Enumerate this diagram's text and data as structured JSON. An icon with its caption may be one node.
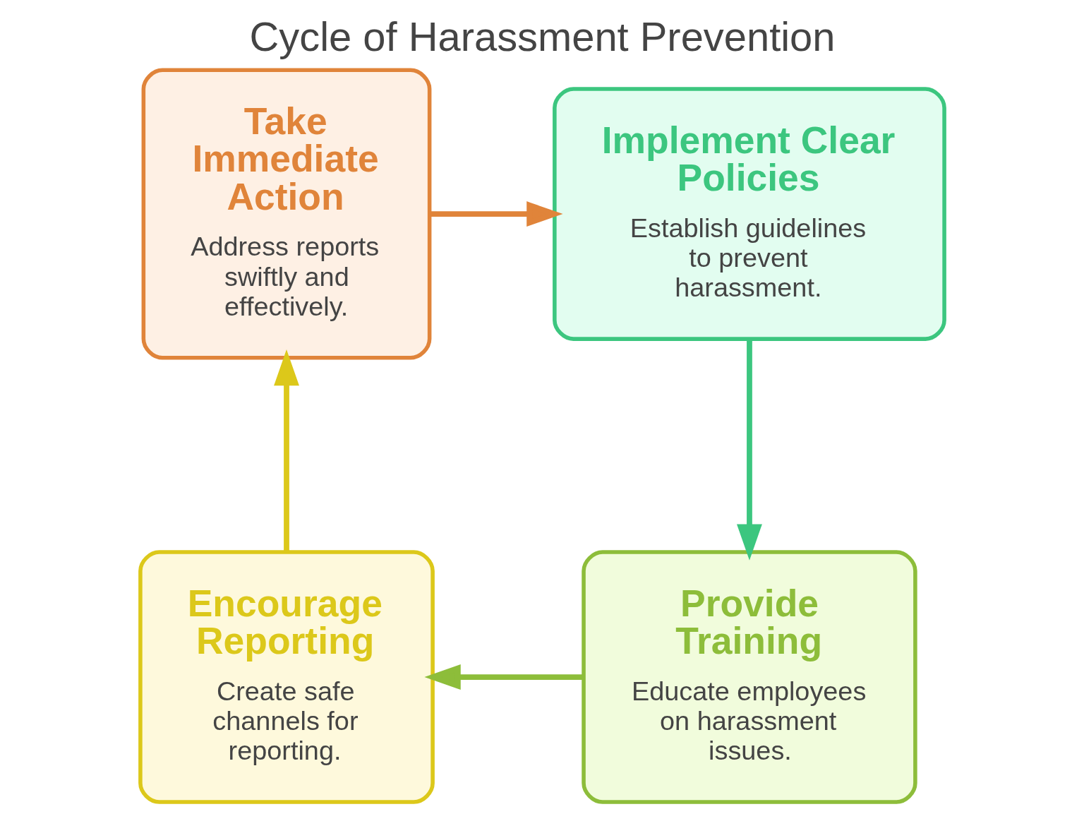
{
  "diagram": {
    "title": "Cycle of Harassment Prevention",
    "nodes": [
      {
        "text": [
          "Take Immediate Action",
          "Address reports swiftly and effectively."
        ]
      },
      {
        "text": [
          "Implement Clear Policies",
          "Establish guidelines to prevent harassment."
        ]
      },
      {
        "text": [
          "Encourage Reporting",
          "Create safe channels for reporting."
        ]
      },
      {
        "text": [
          "Provide Training",
          "Educate employees on harassment issues."
        ]
      }
    ],
    "edges": [
      {
        "from": 0,
        "to": 1,
        "arrow": "to",
        "color": "#e0843a"
      },
      {
        "from": 1,
        "to": 3,
        "arrow": "to",
        "color": "#3cc67f"
      },
      {
        "from": 3,
        "to": 2,
        "arrow": "to",
        "color": "#8dbd3a"
      },
      {
        "from": 2,
        "to": 0,
        "arrow": "to",
        "color": "#dcc81a"
      }
    ]
  }
}
